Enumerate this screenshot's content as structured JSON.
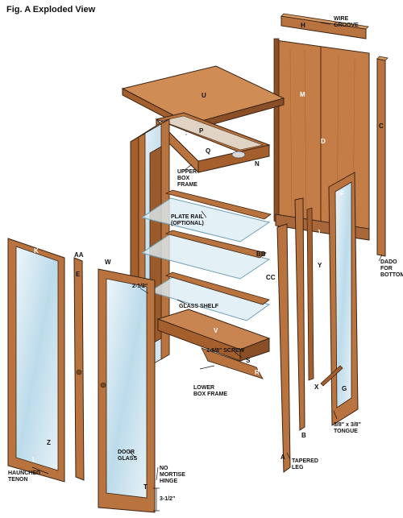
{
  "figure": {
    "title": "Fig. A  Exploded View"
  },
  "letters": {
    "H": "H",
    "M": "M",
    "D": "D",
    "C": "C",
    "U": "U",
    "P": "P",
    "Q": "Q",
    "N": "N",
    "F": "F",
    "J": "J",
    "K": "K",
    "AA": "AA",
    "E": "E",
    "W": "W",
    "BB": "BB",
    "CC": "CC",
    "Y": "Y",
    "V": "V",
    "S": "S",
    "R": "R",
    "X": "X",
    "G": "G",
    "Z": "Z",
    "L": "L",
    "B": "B",
    "A": "A",
    "T": "T"
  },
  "callouts": {
    "wire_groove": [
      "WIRE",
      "GROOVE"
    ],
    "upper_box_frame": [
      "UPPER",
      "BOX",
      "FRAME"
    ],
    "plate_rail": [
      "PLATE RAIL",
      "(OPTIONAL)"
    ],
    "glass_shelf": "GLASS SHELF",
    "screw": "1-5/8\" SCREW",
    "lower_box_frame": [
      "LOWER",
      "BOX FRAME"
    ],
    "dado": [
      "DADO",
      "FOR",
      "BOTTOM"
    ],
    "tongue": [
      "3/8\" x 3/8\"",
      "TONGUE"
    ],
    "tapered_leg": [
      "TAPERED",
      "LEG"
    ],
    "door_glass": [
      "DOOR",
      "GLASS"
    ],
    "no_mortise_hinge": [
      "NO",
      "MORTISE",
      "HINGE"
    ],
    "haunched_tenon": [
      "HAUNCHED",
      "TENON"
    ],
    "dim_2_half": "2-1/2\"",
    "dim_3_half": "3-1/2\""
  },
  "colors": {
    "wood": "#b8733f",
    "wood_dark": "#8a4f26",
    "wood_light": "#d49a62",
    "panel": "#c98551",
    "glass": "#dcecf4",
    "glass_edge": "#9fc6d8",
    "outline": "#3a2414"
  }
}
